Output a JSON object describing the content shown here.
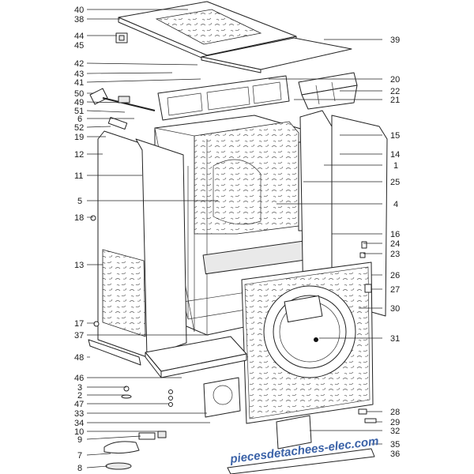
{
  "diagram": {
    "labels_left": [
      "40",
      "38",
      "44",
      "45",
      "42",
      "43",
      "41",
      "50",
      "49",
      "51",
      "6",
      "52",
      "19",
      "12",
      "11",
      "5",
      "18",
      "13",
      "17",
      "37",
      "48",
      "46",
      "3",
      "2",
      "47",
      "33",
      "34",
      "10",
      "9",
      "7",
      "8"
    ],
    "labels_right": [
      "39",
      "20",
      "22",
      "21",
      "15",
      "14",
      "1",
      "25",
      "4",
      "16",
      "24",
      "23",
      "26",
      "27",
      "30",
      "31",
      "28",
      "29",
      "32",
      "35",
      "36"
    ]
  },
  "watermark": {
    "text": "piecesdetachees-elec.com"
  },
  "colors": {
    "label": "#1a1a1a",
    "line": "#222222",
    "watermark": "#3c63a8",
    "panel": "#e9e9e9"
  }
}
